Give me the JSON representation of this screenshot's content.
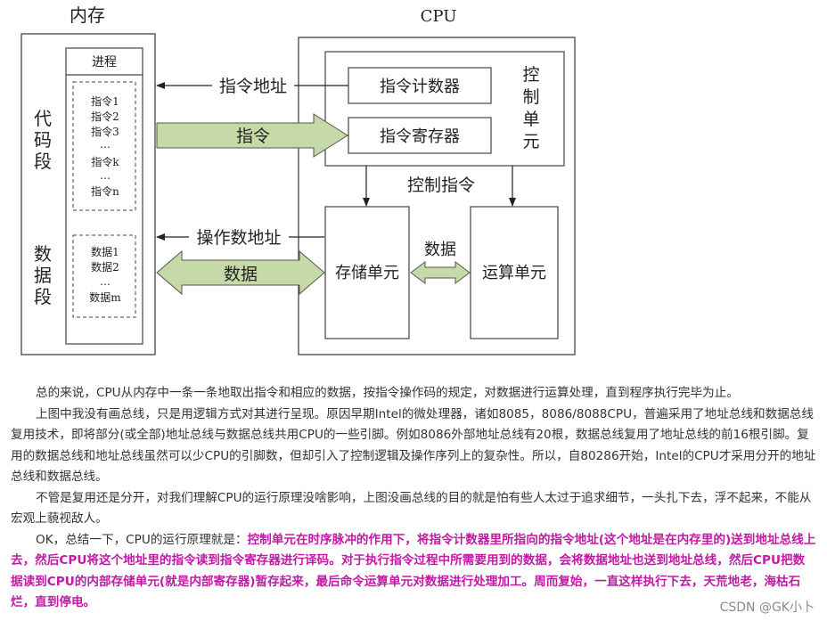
{
  "diagram": {
    "memory_title": "内存",
    "cpu_title": "CPU",
    "code_segment": [
      "代",
      "码",
      "段"
    ],
    "data_segment": [
      "数",
      "据",
      "段"
    ],
    "process_label": "进程",
    "instructions": [
      "指令1",
      "指令2",
      "指令3",
      "…",
      "指令k",
      "…",
      "指令n"
    ],
    "data_items": [
      "数据1",
      "数据2",
      "…",
      "数据m"
    ],
    "instr_address": "指令地址",
    "instruction": "指令",
    "operand_address": "操作数地址",
    "data": "数据",
    "program_counter": "指令计数器",
    "instr_register": "指令寄存器",
    "control_unit": [
      "控",
      "制",
      "单",
      "元"
    ],
    "control_instruction": "控制指令",
    "storage_unit": "存储单元",
    "alu": "运算单元",
    "data_between": "数据"
  },
  "text": {
    "p1": "总的来说，CPU从内存中一条一条地取出指令和相应的数据，按指令操作码的规定，对数据进行运算处理，直到程序执行完毕为止。",
    "p2": "上图中我没有画总线，只是用逻辑方式对其进行呈现。原因早期Intel的微处理器，诸如8085，8086/8088CPU，普遍采用了地址总线和数据总线复用技术，即将部分(或全部)地址总线与数据总线共用CPU的一些引脚。例如8086外部地址总线有20根，数据总线复用了地址总线的前16根引脚。复用的数据总线和地址总线虽然可以少CPU的引脚数，但却引入了控制逻辑及操作序列上的复杂性。所以，自80286开始，Intel的CPU才采用分开的地址总线和数据总线。",
    "p3": "不管是复用还是分开，对我们理解CPU的运行原理没啥影响，上图没画总线的目的就是怕有些人太过于追求细节，一头扎下去，浮不起来，不能从宏观上藐视敌人。",
    "p4_lead": "OK，总结一下，CPU的运行原理就是：",
    "p4_bold": "控制单元在时序脉冲的作用下，将指令计数器里所指向的指令地址(这个地址是在内存里的)送到地址总线上去，然后CPU将这个地址里的指令读到指令寄存器进行译码。对于执行指令过程中所需要用到的数据，会将数据地址也送到地址总线，然后CPU把数据读到CPU的内部存储单元(就是内部寄存器)暂存起来，最后命令运算单元对数据进行处理加工。周而复始，一直这样执行下去，天荒地老，海枯石烂，直到停电。"
  },
  "watermark": "CSDN @GK小卜",
  "colors": {
    "arrow_fill": "#c6d9a8",
    "highlight": "#c21aa5",
    "line": "#333333"
  }
}
